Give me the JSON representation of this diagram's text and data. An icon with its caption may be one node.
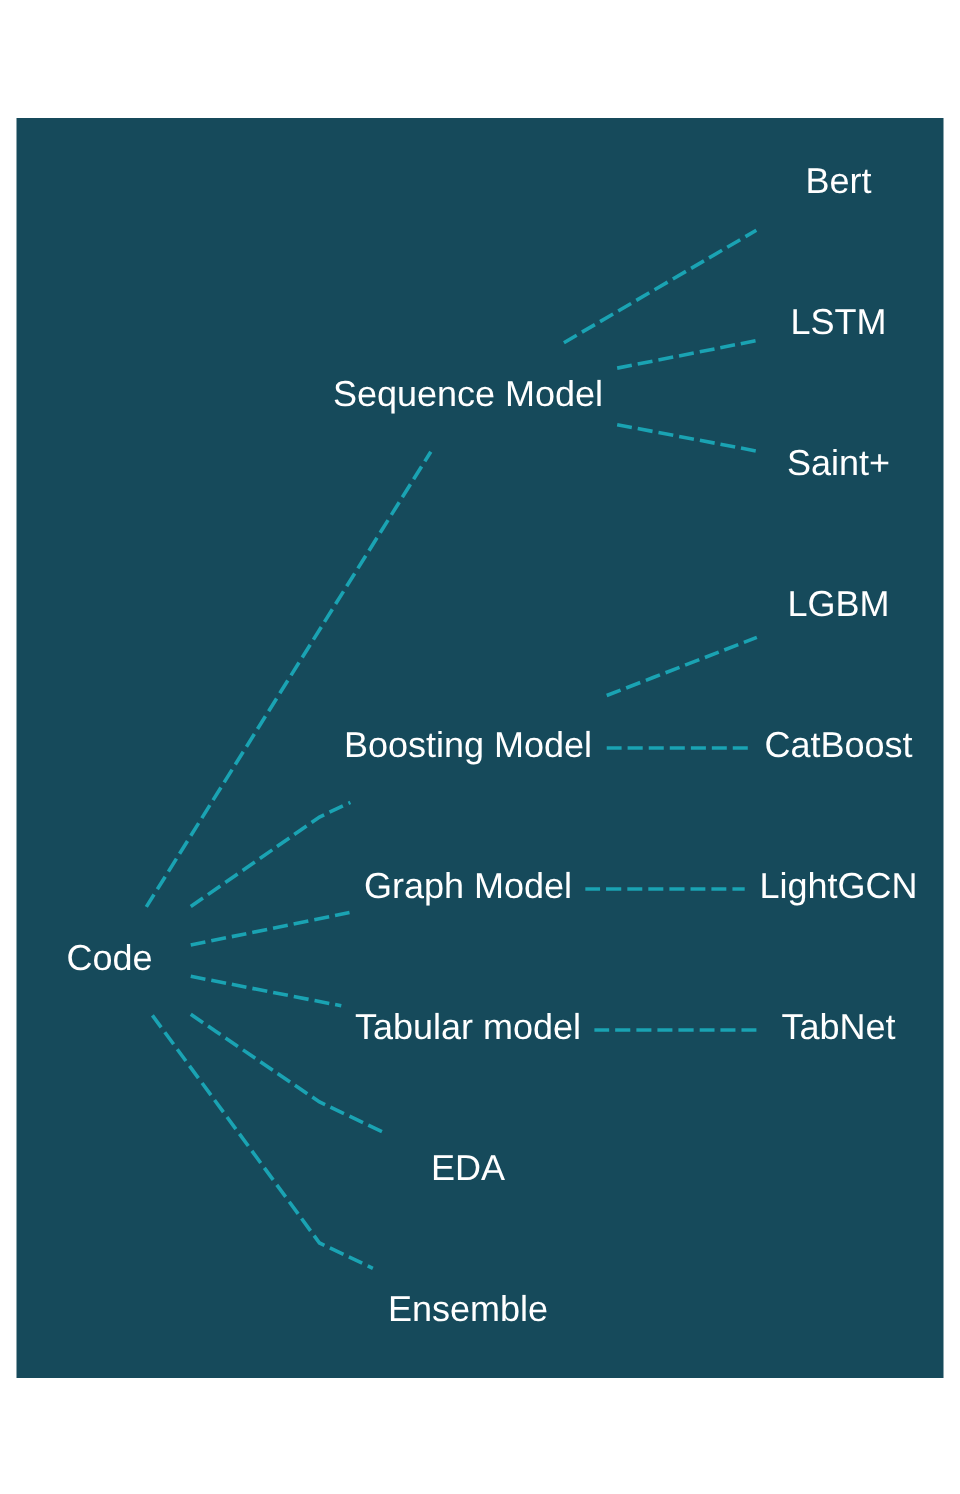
{
  "diagram": {
    "nodes": [
      {
        "text": [
          "Code"
        ]
      },
      {
        "text": [
          "Sequence Model"
        ]
      },
      {
        "text": [
          "Bert"
        ]
      },
      {
        "text": [
          "LSTM"
        ]
      },
      {
        "text": [
          "Saint+"
        ]
      },
      {
        "text": [
          "Boosting Model"
        ]
      },
      {
        "text": [
          "LGBM"
        ]
      },
      {
        "text": [
          "CatBoost"
        ]
      },
      {
        "text": [
          "Graph Model"
        ]
      },
      {
        "text": [
          "LightGCN"
        ]
      },
      {
        "text": [
          "Tabular model"
        ]
      },
      {
        "text": [
          "TabNet"
        ]
      },
      {
        "text": [
          "EDA"
        ]
      },
      {
        "text": [
          "Ensemble"
        ]
      }
    ],
    "edges": [
      {
        "from": 0,
        "to": 1,
        "arrow": "none",
        "style": "dashed"
      },
      {
        "from": 1,
        "to": 2,
        "arrow": "none",
        "style": "dashed"
      },
      {
        "from": 1,
        "to": 3,
        "arrow": "none",
        "style": "dashed"
      },
      {
        "from": 1,
        "to": 4,
        "arrow": "none",
        "style": "dashed"
      },
      {
        "from": 0,
        "to": 5,
        "arrow": "none",
        "style": "dashed"
      },
      {
        "from": 5,
        "to": 6,
        "arrow": "none",
        "style": "dashed"
      },
      {
        "from": 5,
        "to": 7,
        "arrow": "none",
        "style": "dashed"
      },
      {
        "from": 0,
        "to": 8,
        "arrow": "none",
        "style": "dashed"
      },
      {
        "from": 8,
        "to": 9,
        "arrow": "none",
        "style": "dashed"
      },
      {
        "from": 0,
        "to": 10,
        "arrow": "none",
        "style": "dashed"
      },
      {
        "from": 10,
        "to": 11,
        "arrow": "none",
        "style": "dashed"
      },
      {
        "from": 0,
        "to": 12,
        "arrow": "none",
        "style": "dashed"
      },
      {
        "from": 0,
        "to": 13,
        "arrow": "none",
        "style": "dashed"
      }
    ]
  }
}
